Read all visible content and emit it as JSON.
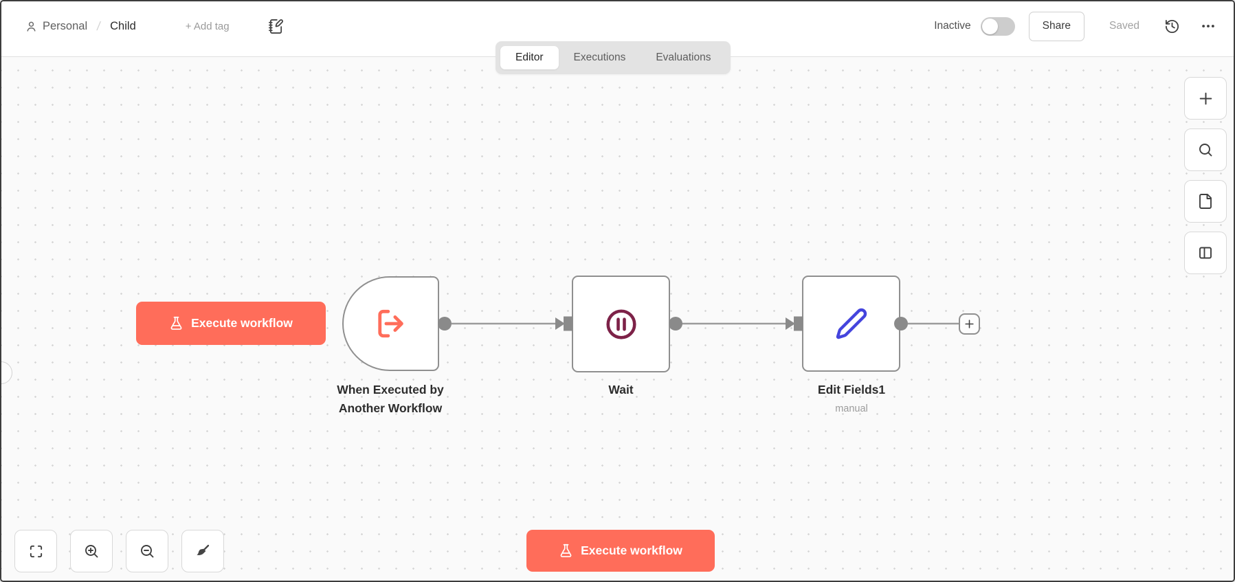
{
  "header": {
    "breadcrumb": {
      "project": "Personal",
      "separator": "/",
      "workflow_name": "Child"
    },
    "add_tag_label": "+ Add tag",
    "status_label": "Inactive",
    "status_active": false,
    "share_label": "Share",
    "saved_label": "Saved",
    "icons": [
      "user-icon",
      "notebook-pen-icon",
      "history-icon",
      "ellipsis-icon"
    ]
  },
  "tabs": [
    {
      "label": "Editor",
      "active": true
    },
    {
      "label": "Executions",
      "active": false
    },
    {
      "label": "Evaluations",
      "active": false
    }
  ],
  "canvas": {
    "execute_button_label": "Execute workflow",
    "execute_button_icon": "flask-icon",
    "nodes": [
      {
        "name": "When Executed by Another Workflow",
        "type": "trigger",
        "icon": "log-out-arrow-icon",
        "icon_color": "#ff6d5a"
      },
      {
        "name": "Wait",
        "type": "wait",
        "icon": "pause-circle-icon",
        "icon_color": "#7d2248"
      },
      {
        "name": "Edit Fields1",
        "subtitle": "manual",
        "type": "set",
        "icon": "pencil-icon",
        "icon_color": "#4444dd"
      }
    ],
    "connections": [
      {
        "from": "When Executed by Another Workflow",
        "to": "Wait"
      },
      {
        "from": "Wait",
        "to": "Edit Fields1"
      },
      {
        "from": "Edit Fields1",
        "to": "add-node-plus"
      }
    ],
    "right_toolbar_icons": [
      "plus-icon",
      "search-icon",
      "file-icon",
      "panel-left-icon"
    ],
    "bottom_toolbar_icons": [
      "zoom-to-fit-icon",
      "zoom-in-icon",
      "zoom-out-icon",
      "tidy-up-broom-icon"
    ]
  },
  "colors": {
    "accent": "#ff6d5a",
    "node_border": "#8f8f8f",
    "connection": "#9b9b9b",
    "wait_icon": "#7d2248",
    "set_icon": "#4444dd",
    "canvas_bg": "#fafafa",
    "tabbar_bg": "#e3e3e3"
  }
}
